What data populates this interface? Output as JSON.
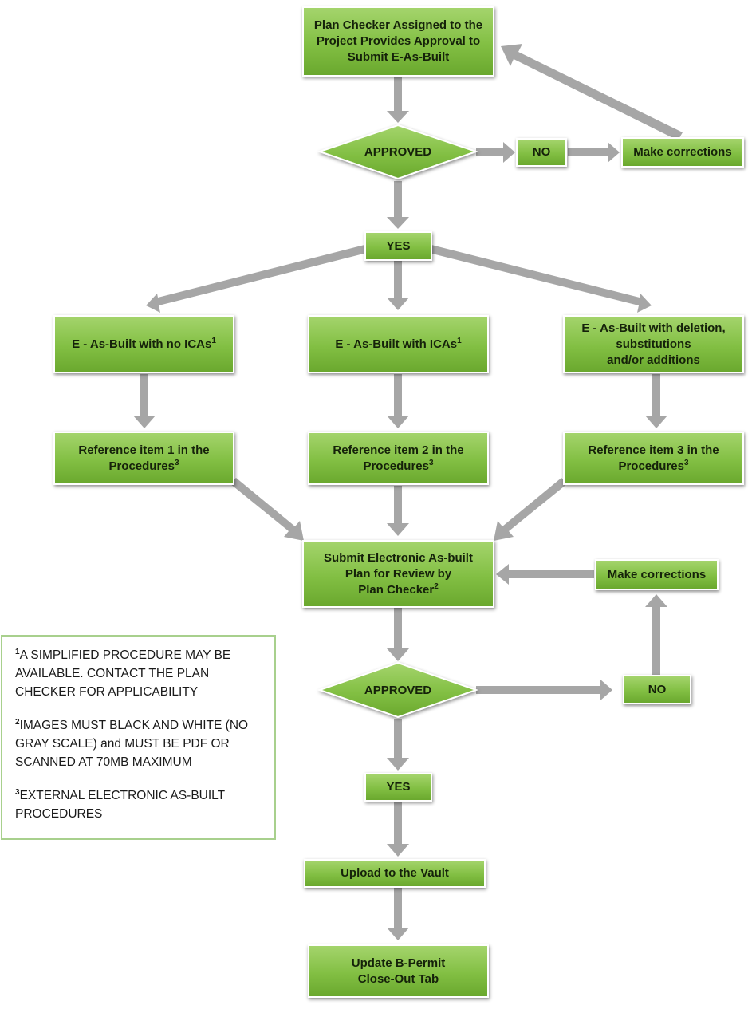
{
  "colors": {
    "box_fill": "#82bf43",
    "box_text": "#15220a",
    "arrow": "#a6a6a6",
    "note_border": "#a8d08d"
  },
  "nodes": {
    "plan_checker": "Plan Checker Assigned to the\nProject Provides Approval to\nSubmit E-As-Built",
    "approved_1": "APPROVED",
    "no_1": "NO",
    "make_corrections_1": "Make corrections",
    "yes_1": "YES",
    "no_icas": {
      "text": "E - As-Built with no ICAs",
      "sup": "1"
    },
    "with_icas": {
      "text": "E - As-Built with ICAs",
      "sup": "1"
    },
    "deletion": "E - As-Built with deletion,\nsubstitutions\nand/or additions",
    "ref_1": {
      "text": "Reference item 1 in the\nProcedures",
      "sup": "3"
    },
    "ref_2": {
      "text": "Reference item  2 in the\nProcedures",
      "sup": "3"
    },
    "ref_3": {
      "text": "Reference item 3 in the\nProcedures",
      "sup": "3"
    },
    "submit": {
      "text": "Submit Electronic As-built\nPlan for Review by\nPlan Checker",
      "sup": "2"
    },
    "make_corrections_2": "Make corrections",
    "approved_2": "APPROVED",
    "no_2": "NO",
    "yes_2": "YES",
    "upload": "Upload to the Vault",
    "update": "Update B-Permit\nClose-Out Tab"
  },
  "notes": [
    {
      "sup": "1",
      "text": "A SIMPLIFIED PROCEDURE MAY BE AVAILABLE. CONTACT THE PLAN CHECKER FOR APPLICABILITY"
    },
    {
      "sup": "2",
      "text": "IMAGES MUST BLACK AND WHITE (NO GRAY SCALE) and MUST BE PDF OR SCANNED AT 70MB MAXIMUM"
    },
    {
      "sup": "3",
      "text": "EXTERNAL ELECTRONIC AS-BUILT PROCEDURES"
    }
  ]
}
